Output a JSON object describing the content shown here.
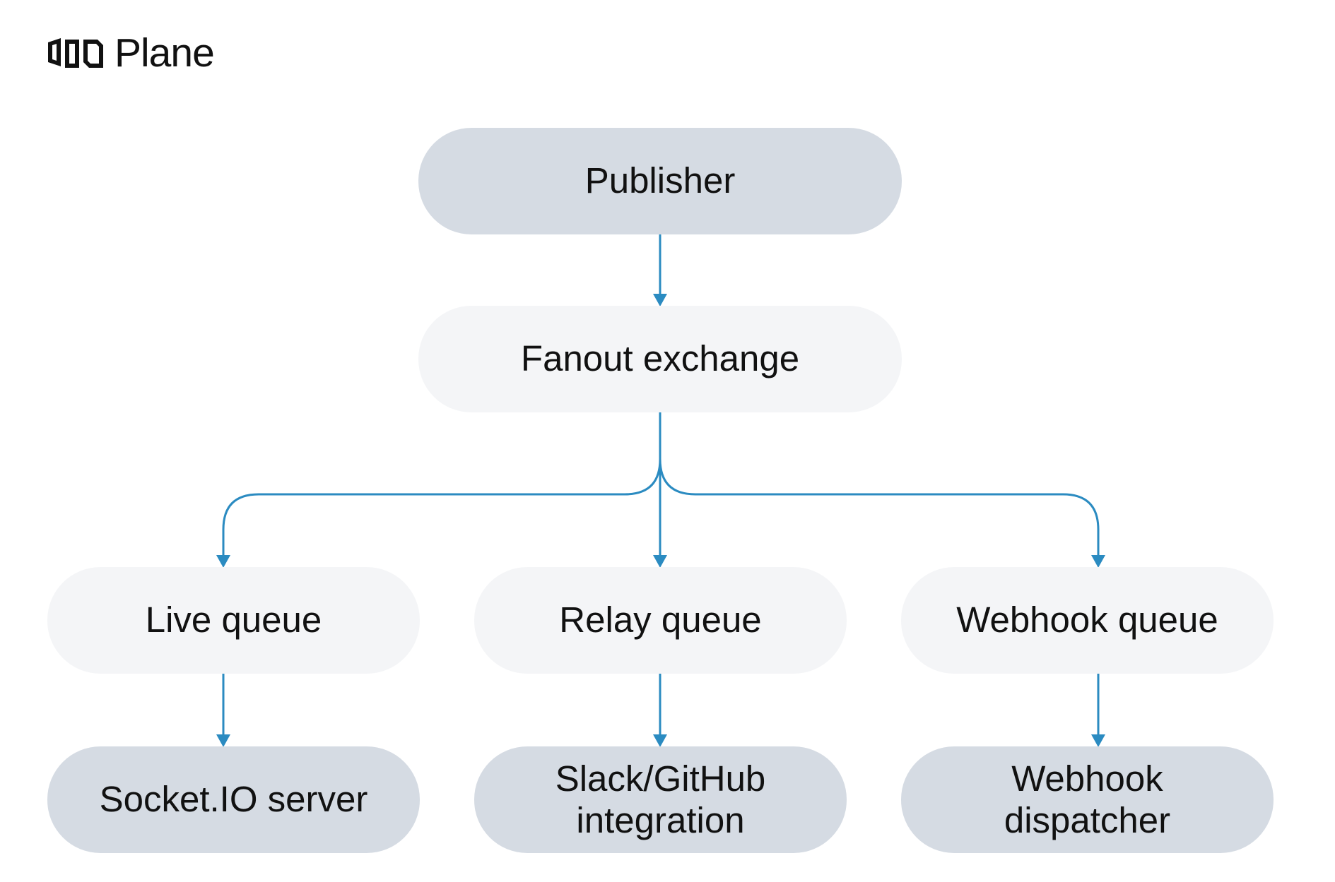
{
  "brand": {
    "name": "Plane",
    "logo_icon": "plane-logo-icon"
  },
  "colors": {
    "arrow": "#2b8bc1",
    "node_dark": "#d5dbe3",
    "node_light": "#f4f5f7",
    "text": "#111111"
  },
  "nodes": {
    "publisher": "Publisher",
    "fanout": "Fanout exchange",
    "live_queue": "Live queue",
    "relay_queue": "Relay queue",
    "webhook_queue": "Webhook queue",
    "socketio_server": "Socket.IO server",
    "slack_github": [
      "Slack/GitHub",
      "integration"
    ],
    "webhook_dispatcher": [
      "Webhook",
      "dispatcher"
    ]
  },
  "edges": [
    {
      "from": "Publisher",
      "to": "Fanout exchange"
    },
    {
      "from": "Fanout exchange",
      "to": "Live queue"
    },
    {
      "from": "Fanout exchange",
      "to": "Relay queue"
    },
    {
      "from": "Fanout exchange",
      "to": "Webhook queue"
    },
    {
      "from": "Live queue",
      "to": "Socket.IO server"
    },
    {
      "from": "Relay queue",
      "to": "Slack/GitHub integration"
    },
    {
      "from": "Webhook queue",
      "to": "Webhook dispatcher"
    }
  ]
}
